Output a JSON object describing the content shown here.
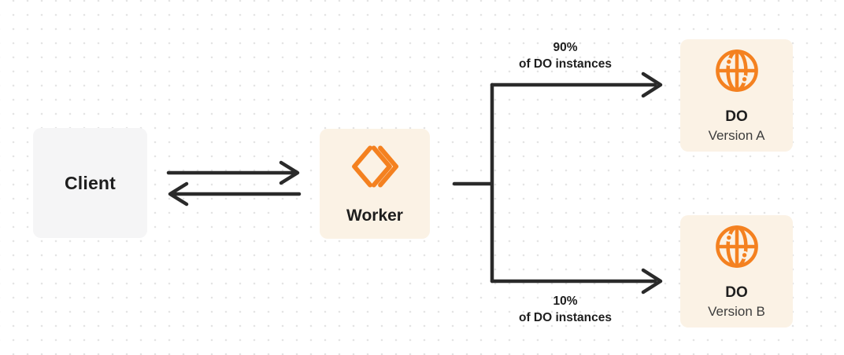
{
  "nodes": {
    "client": {
      "label": "Client"
    },
    "worker": {
      "label": "Worker",
      "icon": "workers-chevrons-icon"
    },
    "do_version_a": {
      "title": "DO",
      "subtitle": "Version A",
      "icon": "globe-icon"
    },
    "do_version_b": {
      "title": "DO",
      "subtitle": "Version B",
      "icon": "globe-icon"
    }
  },
  "edges": {
    "client_worker": {
      "type": "bidirectional-arrows"
    },
    "worker_to_do_a": {
      "percent": "90%",
      "caption": "of DO instances"
    },
    "worker_to_do_b": {
      "percent": "10%",
      "caption": "of DO instances"
    }
  },
  "colors": {
    "orange": "#F48120",
    "node_cream": "#FBF2E5",
    "node_gray": "#F5F5F6",
    "line": "#2A2A2A",
    "text_dark": "#1E1E1E",
    "text_secondary": "#3D3D3D",
    "dot_grid": "#E4E4E4"
  }
}
